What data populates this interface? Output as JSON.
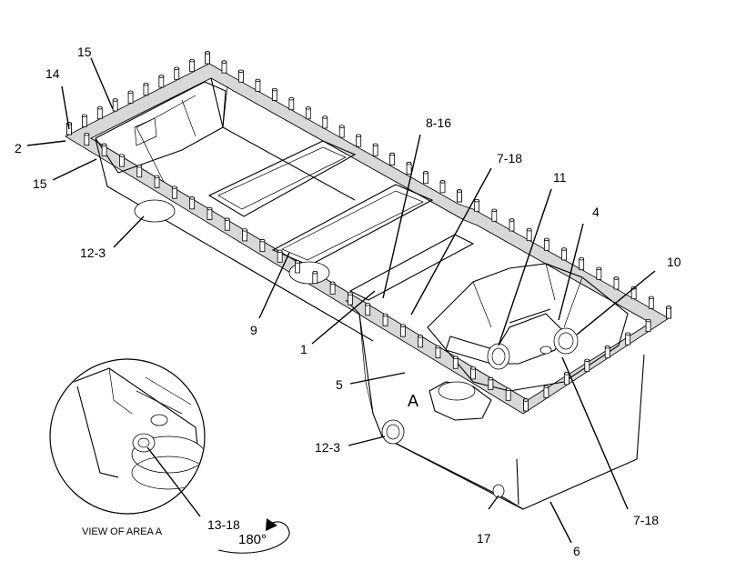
{
  "callouts": {
    "c15_top": "15",
    "c14": "14",
    "c2": "2",
    "c15_left": "15",
    "c12_3_left": "12-3",
    "c9": "9",
    "c8_16": "8-16",
    "c7_18_top": "7-18",
    "c11": "11",
    "c4": "4",
    "c10": "10",
    "c1": "1",
    "c5": "5",
    "cA": "A",
    "c12_3_mid": "12-3",
    "c13_18": "13-18",
    "c17": "17",
    "c6": "6",
    "c7_18_bottom": "7-18"
  },
  "inset": {
    "caption": "VIEW OF AREA A",
    "rotation_label": "180°"
  }
}
